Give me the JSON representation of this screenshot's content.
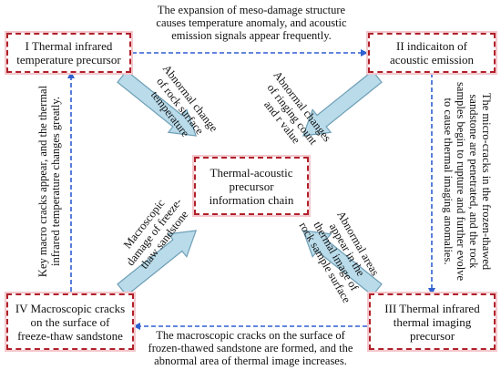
{
  "nodes": {
    "tl": {
      "lines": [
        "I Thermal infrared",
        "temperature precursor"
      ]
    },
    "tr": {
      "lines": [
        "II indicaiton of",
        "acoustic emission"
      ]
    },
    "bl": {
      "lines": [
        "IV Macroscopic cracks",
        "on the surface of",
        "freeze-thaw sandstone"
      ]
    },
    "br": {
      "lines": [
        "III Thermal infrared",
        "thermal imaging",
        "precursor"
      ]
    },
    "center": {
      "lines": [
        "Thermal-acoustic",
        "precursor",
        "information chain"
      ]
    }
  },
  "edges": {
    "top": {
      "lines": [
        "The expansion of meso-damage structure",
        "causes temperature anomaly, and acoustic",
        "emission signals appear frequently."
      ]
    },
    "right": {
      "lines": [
        "The micro-cracks in the frozen-thawed",
        "sandstone are penetrated, and the rock",
        "samples begin to rupture and further evolve",
        "to cause thermal imaging anomalies."
      ]
    },
    "bottom": {
      "lines": [
        "The macroscopic cracks on the surface of",
        "frozen-thawed sandstone are formed, and the",
        "abnormal area of thermal image increases."
      ]
    },
    "left": {
      "lines": [
        "Key macro cracks appear, and the thermal",
        "infrared temperature changes greatly."
      ]
    }
  },
  "diagonal_labels": {
    "tl": {
      "lines": [
        "Abnormal change",
        "of rock surface",
        "temperature"
      ]
    },
    "tr": {
      "lines": [
        "Abnormal changes",
        "of ringing count",
        "and r value"
      ]
    },
    "bl": {
      "lines": [
        "Macroscopic",
        "damage of freeze-",
        "thaw sandstone"
      ]
    },
    "br": {
      "lines": [
        "Abnormal areas",
        "appear in the",
        "thermal image of",
        "rock sample surface"
      ]
    }
  },
  "colors": {
    "box_border": "#b0202a",
    "box_glow": "#f3c7cc",
    "dashed_arrow": "#2f5fd0",
    "block_arrow_fill": "#b9dbea",
    "block_arrow_stroke": "#6e9fb6"
  }
}
